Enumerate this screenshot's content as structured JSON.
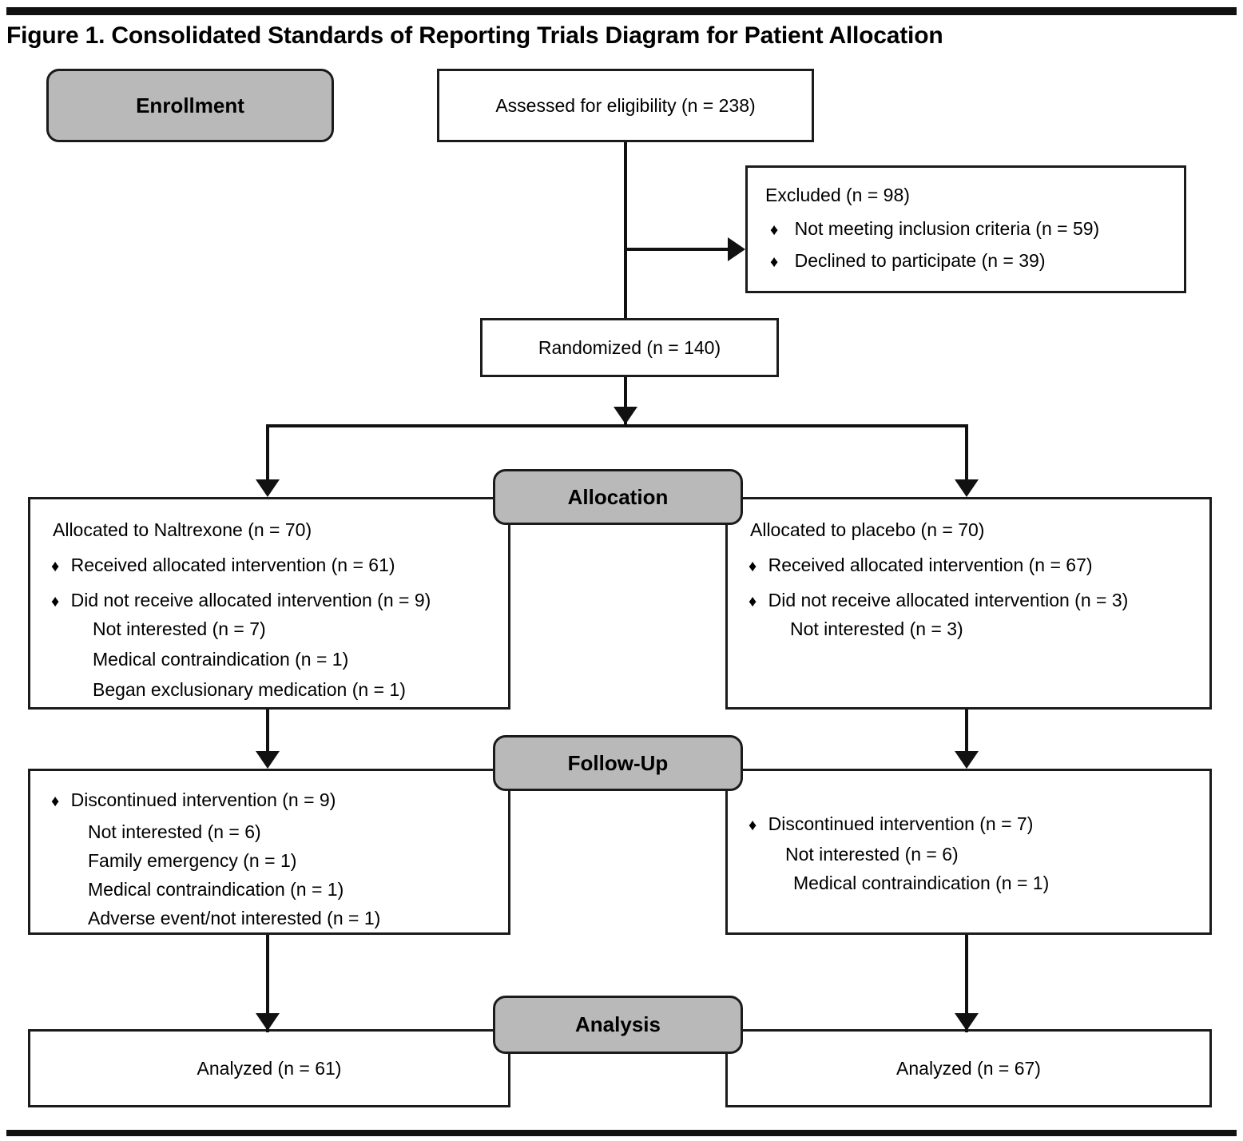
{
  "figure": {
    "title": "Figure 1. Consolidated Standards of Reporting Trials Diagram for Patient Allocation",
    "bullet_glyph": "♦"
  },
  "stages": {
    "enrollment": "Enrollment",
    "allocation": "Allocation",
    "followup": "Follow-Up",
    "analysis": "Analysis"
  },
  "nodes": {
    "assessed": {
      "line1": "Assessed for eligibility (n = 238)"
    },
    "excluded": {
      "line1": "Excluded (n = 98)",
      "bullet1": "Not meeting inclusion criteria (n = 59)",
      "bullet2": "Declined to participate  (n = 39)"
    },
    "randomized": {
      "line1": "Randomized (n =  140)"
    },
    "alloc_left": {
      "line1": "Allocated to Naltrexone (n = 70)",
      "bullet1": "Received allocated intervention  (n = 61)",
      "bullet2": "Did not receive allocated intervention (n = 9)",
      "sub1": "Not interested (n = 7)",
      "sub2": "Medical  contraindication (n = 1)",
      "sub3": "Began exclusionary medication (n = 1)"
    },
    "alloc_right": {
      "line1": "Allocated to placebo  (n = 70)",
      "bullet1": "Received allocated intervention (n = 67)",
      "bullet2": "Did not receive allocated intervention (n = 3)",
      "sub1": "Not interested (n = 3)"
    },
    "follow_left": {
      "bullet1": "Discontinued intervention (n = 9)",
      "sub1": "Not interested (n = 6)",
      "sub2": "Family emergency (n = 1)",
      "sub3": "Medical contraindication (n = 1)",
      "sub4": "Adverse event/not interested (n = 1)"
    },
    "follow_right": {
      "bullet1": "Discontinued intervention (n = 7)",
      "sub1": "Not interested (n = 6)",
      "sub2": "Medical  contraindication (n = 1)"
    },
    "analysis_left": {
      "line1": "Analyzed (n = 61)"
    },
    "analysis_right": {
      "line1": "Analyzed (n = 67)"
    }
  },
  "chart_data": {
    "type": "diagram",
    "title": "Figure 1. Consolidated Standards of Reporting Trials Diagram for Patient Allocation",
    "diagram_kind": "CONSORT flow diagram",
    "stages": [
      "Enrollment",
      "Allocation",
      "Follow-Up",
      "Analysis"
    ],
    "counts": {
      "assessed_for_eligibility": 238,
      "excluded_total": 98,
      "excluded_not_meeting_inclusion_criteria": 59,
      "excluded_declined_to_participate": 39,
      "randomized": 140,
      "naltrexone_allocated": 70,
      "naltrexone_received_intervention": 61,
      "naltrexone_did_not_receive_intervention": 9,
      "naltrexone_not_interested": 7,
      "naltrexone_medical_contraindication": 1,
      "naltrexone_began_exclusionary_medication": 1,
      "placebo_allocated": 70,
      "placebo_received_intervention": 67,
      "placebo_did_not_receive_intervention": 3,
      "placebo_not_interested": 3,
      "naltrexone_discontinued": 9,
      "naltrexone_discontinued_not_interested": 6,
      "naltrexone_discontinued_family_emergency": 1,
      "naltrexone_discontinued_medical_contraindication": 1,
      "naltrexone_discontinued_adverse_event_not_interested": 1,
      "placebo_discontinued": 7,
      "placebo_discontinued_not_interested": 6,
      "placebo_discontinued_medical_contraindication": 1,
      "naltrexone_analyzed": 61,
      "placebo_analyzed": 67
    },
    "colors": {
      "stage_pill_fill": "#b9b9b9",
      "stroke": "#1b1b1b",
      "background": "#ffffff"
    }
  }
}
